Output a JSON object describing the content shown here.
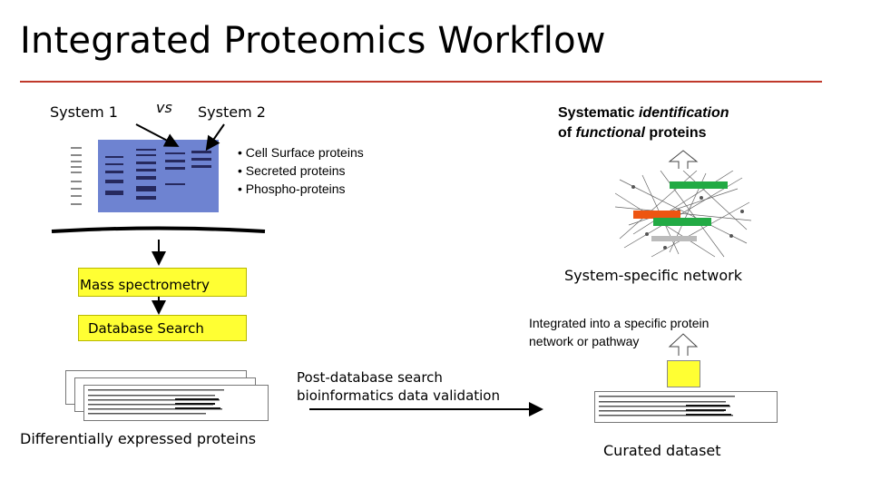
{
  "title": "Integrated Proteomics Workflow",
  "labels": {
    "system1": "System 1",
    "vs": "vs",
    "system2": "System 2",
    "goal_part1": "Systematic ",
    "goal_italic1": "identification",
    "goal_part2": "of ",
    "goal_italic2": "functional",
    "goal_part3": " proteins",
    "network_label": "System-specific network",
    "integrated_line1": "Integrated into a specific  protein",
    "integrated_line2": "network or pathway",
    "post_search_line1": "Post-database search",
    "post_search_line2": "bioinformatics data validation",
    "diff_expressed": "Differentially expressed proteins",
    "curated": "Curated dataset"
  },
  "bullets": [
    "• Cell Surface proteins",
    "• Secreted proteins",
    "• Phospho-proteins"
  ],
  "boxes": {
    "mass_spec": "Mass spectrometry",
    "db_search": "Database Search"
  },
  "colors": {
    "box_fill": "#ffff33",
    "title_rule": "#c0392b",
    "gel_background": "#5d74c9",
    "network_green": "#22aa44",
    "network_orange": "#ee5511"
  }
}
